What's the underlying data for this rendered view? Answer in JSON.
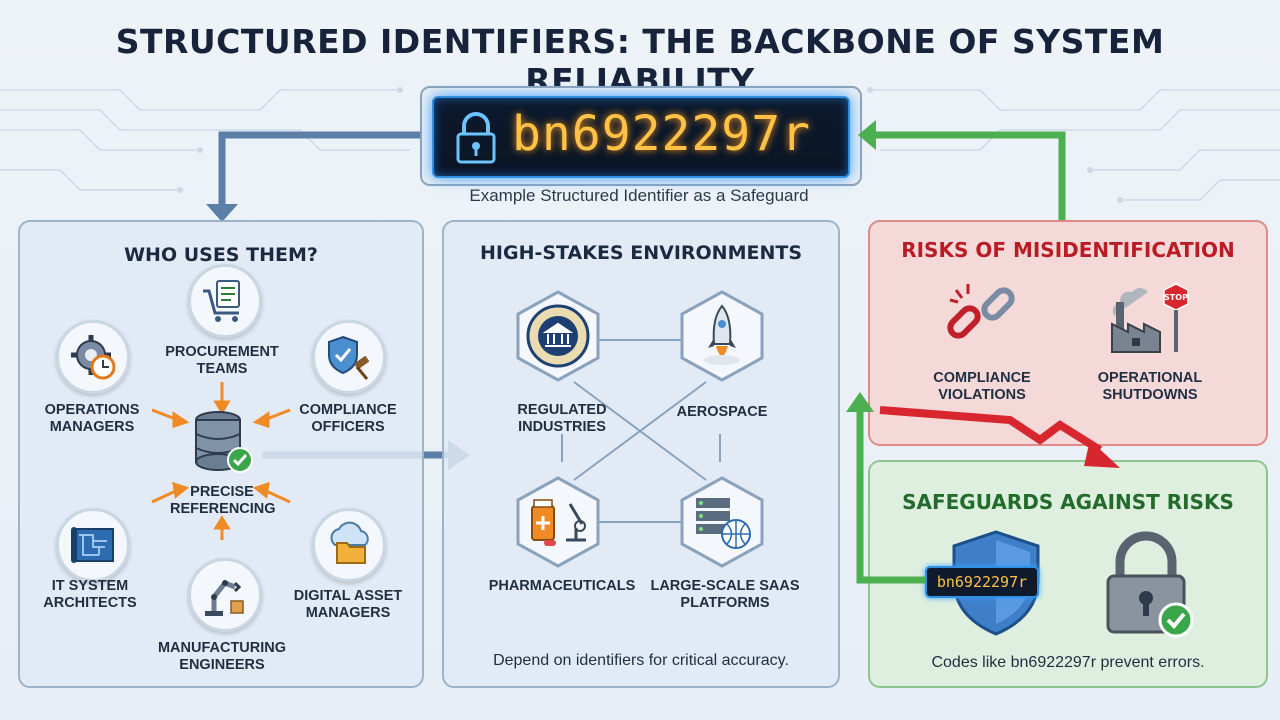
{
  "title": "STRUCTURED IDENTIFIERS: THE BACKBONE OF SYSTEM RELIABILITY",
  "identifier": {
    "code": "bn6922297r",
    "caption": "Example Structured Identifier as a Safeguard"
  },
  "who_uses": {
    "title": "WHO USES THEM?",
    "center_label": "PRECISE REFERENCING",
    "roles": [
      {
        "label": "PROCUREMENT TEAMS",
        "icon": "cart-icon"
      },
      {
        "label": "OPERATIONS MANAGERS",
        "icon": "gear-clock-icon"
      },
      {
        "label": "COMPLIANCE OFFICERS",
        "icon": "shield-gavel-icon"
      },
      {
        "label": "IT SYSTEM ARCHITECTS",
        "icon": "blueprint-icon"
      },
      {
        "label": "MANUFACTURING ENGINEERS",
        "icon": "robot-arm-icon"
      },
      {
        "label": "DIGITAL ASSET MANAGERS",
        "icon": "cloud-folder-icon"
      }
    ]
  },
  "environments": {
    "title": "HIGH-STAKES ENVIRONMENTS",
    "items": [
      {
        "label": "REGULATED INDUSTRIES",
        "icon": "bank-seal-icon"
      },
      {
        "label": "AEROSPACE",
        "icon": "rocket-icon"
      },
      {
        "label": "PHARMACEUTICALS",
        "icon": "pharma-icon"
      },
      {
        "label": "LARGE-SCALE SaaS PLATFORMS",
        "icon": "server-globe-icon"
      }
    ],
    "footer": "Depend on identifiers for critical accuracy."
  },
  "risks": {
    "title": "RISKS OF MISIDENTIFICATION",
    "items": [
      {
        "label": "COMPLIANCE VIOLATIONS",
        "icon": "broken-chain-icon"
      },
      {
        "label": "OPERATIONAL SHUTDOWNS",
        "icon": "factory-stop-icon"
      }
    ]
  },
  "safeguards": {
    "title": "SAFEGUARDS AGAINST RISKS",
    "badge_code": "bn6922297r",
    "footer": "Codes like bn6922297r prevent errors."
  },
  "colors": {
    "accent_blue": "#2f8fe0",
    "code_amber": "#ffc247",
    "risk_red": "#c0202a",
    "safe_green": "#2e7d32",
    "arrow_orange": "#f08a24"
  }
}
